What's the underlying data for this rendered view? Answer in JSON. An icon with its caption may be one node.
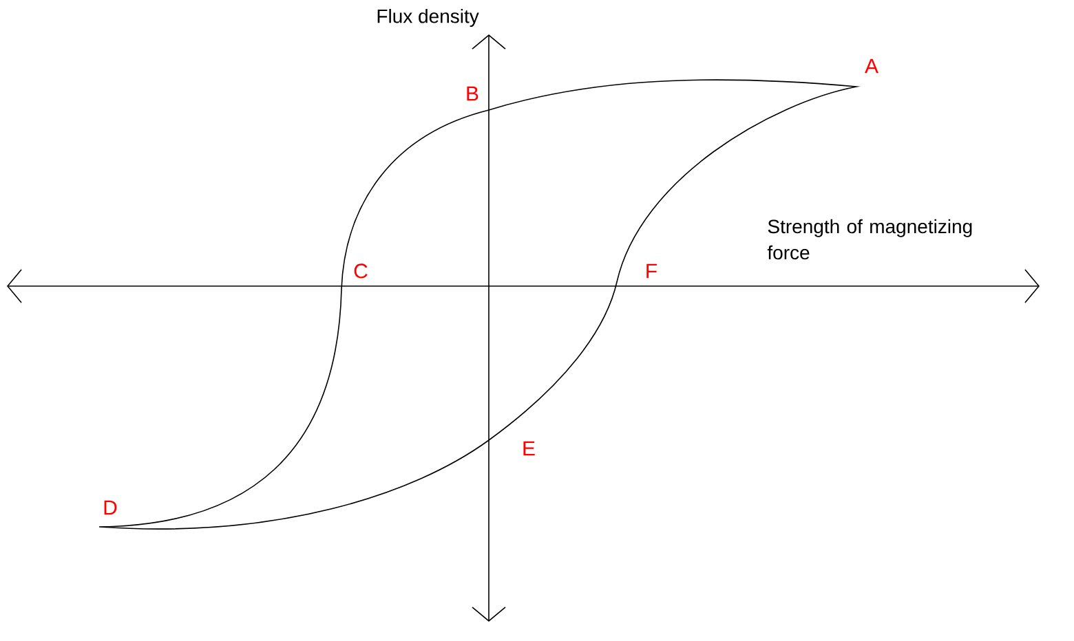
{
  "diagram": {
    "labels": [
      "Flux density",
      "A",
      "B",
      "Strength of magnetizing force",
      "C",
      "F",
      "E",
      "D"
    ]
  }
}
